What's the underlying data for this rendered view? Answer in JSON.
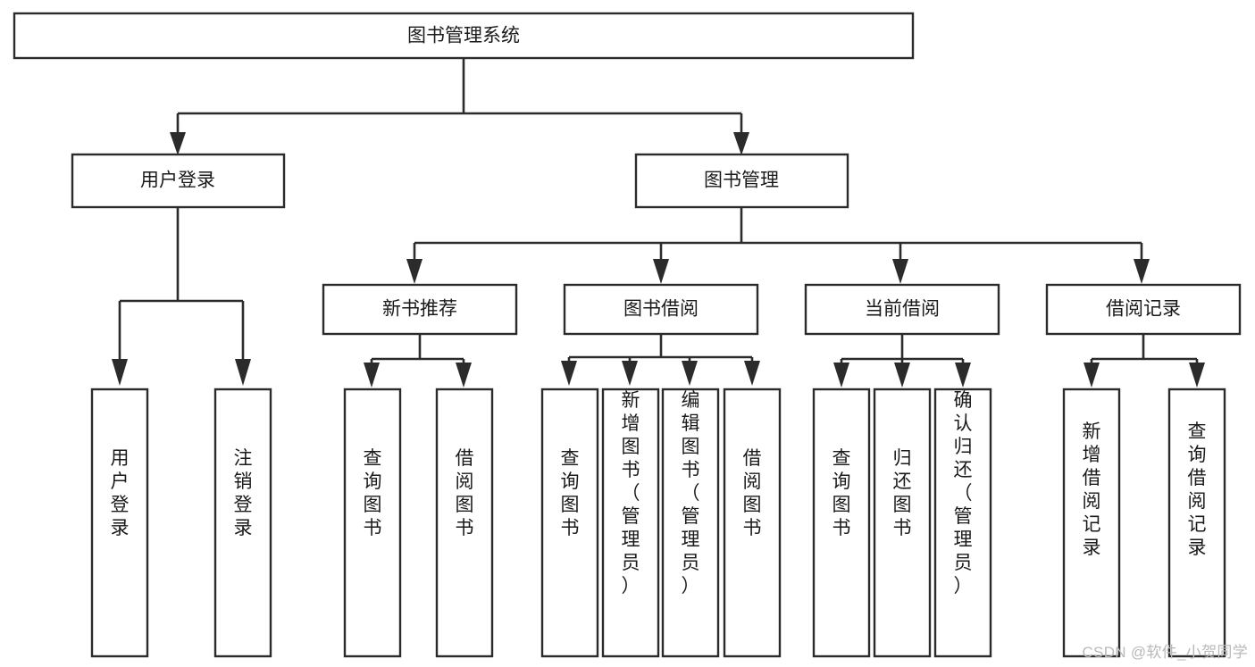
{
  "diagram": {
    "type": "hierarchy-tree",
    "orientation": "top-down",
    "title": "图书管理系统",
    "levels": 4,
    "root": {
      "id": "root",
      "label": "图书管理系统",
      "orientation": "horizontal"
    },
    "level2": [
      {
        "id": "user-login",
        "label": "用户登录",
        "orientation": "horizontal"
      },
      {
        "id": "book-management",
        "label": "图书管理",
        "orientation": "horizontal"
      }
    ],
    "level3": [
      {
        "id": "new-book-recommend",
        "label": "新书推荐",
        "orientation": "horizontal",
        "parent": "book-management"
      },
      {
        "id": "book-borrow",
        "label": "图书借阅",
        "orientation": "horizontal",
        "parent": "book-management"
      },
      {
        "id": "current-borrow",
        "label": "当前借阅",
        "orientation": "horizontal",
        "parent": "book-management"
      },
      {
        "id": "borrow-records",
        "label": "借阅记录",
        "orientation": "horizontal",
        "parent": "book-management"
      }
    ],
    "leaves": {
      "user_login": [
        {
          "id": "leaf-user-login",
          "label": "用户登录",
          "orientation": "vertical"
        },
        {
          "id": "leaf-logout",
          "label": "注销登录",
          "orientation": "vertical"
        }
      ],
      "new_book_recommend": [
        {
          "id": "leaf-query-book-1",
          "label": "查询图书",
          "orientation": "vertical"
        },
        {
          "id": "leaf-borrow-book-1",
          "label": "借阅图书",
          "orientation": "vertical"
        }
      ],
      "book_borrow": [
        {
          "id": "leaf-query-book-2",
          "label": "查询图书",
          "orientation": "vertical"
        },
        {
          "id": "leaf-add-book",
          "label": "新增图书（管理员）",
          "orientation": "vertical"
        },
        {
          "id": "leaf-edit-book",
          "label": "编辑图书（管理员）",
          "orientation": "vertical"
        },
        {
          "id": "leaf-borrow-book-2",
          "label": "借阅图书",
          "orientation": "vertical"
        }
      ],
      "current_borrow": [
        {
          "id": "leaf-query-book-3",
          "label": "查询图书",
          "orientation": "vertical"
        },
        {
          "id": "leaf-return-book",
          "label": "归还图书",
          "orientation": "vertical"
        },
        {
          "id": "leaf-confirm-return",
          "label": "确认归还（管理员）",
          "orientation": "vertical"
        }
      ],
      "borrow_records": [
        {
          "id": "leaf-add-record",
          "label": "新增借阅记录",
          "orientation": "vertical"
        },
        {
          "id": "leaf-query-record",
          "label": "查询借阅记录",
          "orientation": "vertical"
        }
      ]
    }
  },
  "watermark": {
    "text": "CSDN @软件_小贺同学"
  },
  "colors": {
    "box_border": "#2b2b2b",
    "box_fill": "#ffffff",
    "connector": "#2b2b2b",
    "text": "#1a1a1a",
    "watermark": "#b9b9b9",
    "background": "#ffffff"
  }
}
